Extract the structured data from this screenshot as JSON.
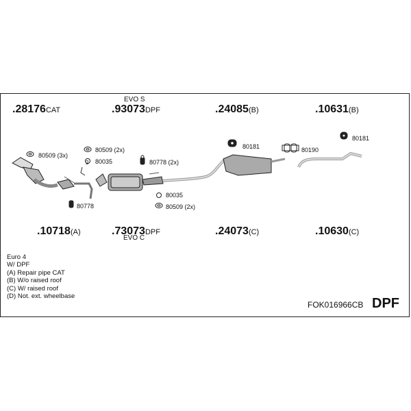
{
  "top_parts": [
    {
      "num": ".28176",
      "sfx": "CAT"
    },
    {
      "num": ".93073",
      "sfx": "DPF",
      "note": "EVO S"
    },
    {
      "num": ".24085",
      "sfx": "(B)"
    },
    {
      "num": ".10631",
      "sfx": "(B)"
    }
  ],
  "bottom_parts": [
    {
      "num": ".10718",
      "sfx": "(A)"
    },
    {
      "num": ".73073",
      "sfx": "DPF",
      "note": "EVO C"
    },
    {
      "num": ".24073",
      "sfx": "(C)"
    },
    {
      "num": ".10630",
      "sfx": "(C)"
    }
  ],
  "small_parts": {
    "p80509a": "80509 (3x)",
    "p80509b": "80509 (2x)",
    "p80035a": "80035",
    "p80778a": "80778 (2x)",
    "p80181a": "80181",
    "p80190": "80190",
    "p80181b": "80181",
    "p80778b": "80778",
    "p80035b": "80035",
    "p80509c": "80509 (2x)"
  },
  "notes": [
    "Euro 4",
    "W/ DPF",
    "(A) Repair pipe CAT",
    "(B) W/o raised roof",
    "(C) W/ raised roof",
    "(D) Not. ext. wheelbase"
  ],
  "kit_code": "FOK016966CB",
  "kit_type": "DPF"
}
